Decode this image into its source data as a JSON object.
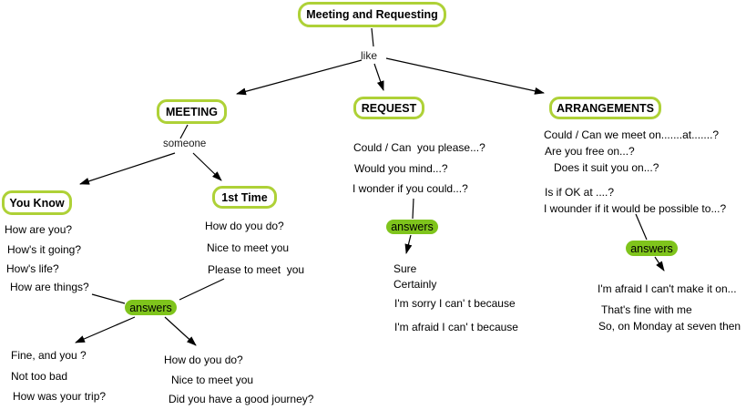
{
  "colors": {
    "node_border": "#aed137",
    "answers_fill": "#7fc41c"
  },
  "root_label": "Meeting and Requesting",
  "edge_labels": {
    "like": "like",
    "someone": "someone"
  },
  "meeting": {
    "label": "MEETING",
    "you_know": {
      "label": "You Know",
      "questions": [
        "How are you?",
        "How's it going?",
        "How's life?",
        "How are things?"
      ]
    },
    "first_time": {
      "label": "1st Time",
      "phrases": [
        "How do you do?",
        "Nice to meet you",
        "Please to meet  you"
      ]
    },
    "answers_label": "answers",
    "answers_informal": [
      "Fine, and you ?",
      "Not too bad",
      "How was your trip?"
    ],
    "answers_formal": [
      "How do you do?",
      "Nice to meet you",
      "Did you have a good journey?"
    ]
  },
  "request": {
    "label": "REQUEST",
    "questions": [
      "Could / Can  you please...?",
      "Would you mind...?",
      "I wonder if you could...?"
    ],
    "answers_label": "answers",
    "answers": [
      "Sure",
      "Certainly",
      "I'm sorry I can' t because",
      "I'm afraid I can' t because"
    ]
  },
  "arrangements": {
    "label": "ARRANGEMENTS",
    "questions": [
      "Could / Can we meet on.......at.......?",
      "Are you free on...?",
      "Does it suit you on...?",
      "Is if OK at ....?",
      "I wounder if it would be possible to...?"
    ],
    "answers_label": "answers",
    "answers": [
      "I'm afraid I can't make it on...",
      "That's fine with me",
      "So, on Monday at seven then"
    ]
  }
}
